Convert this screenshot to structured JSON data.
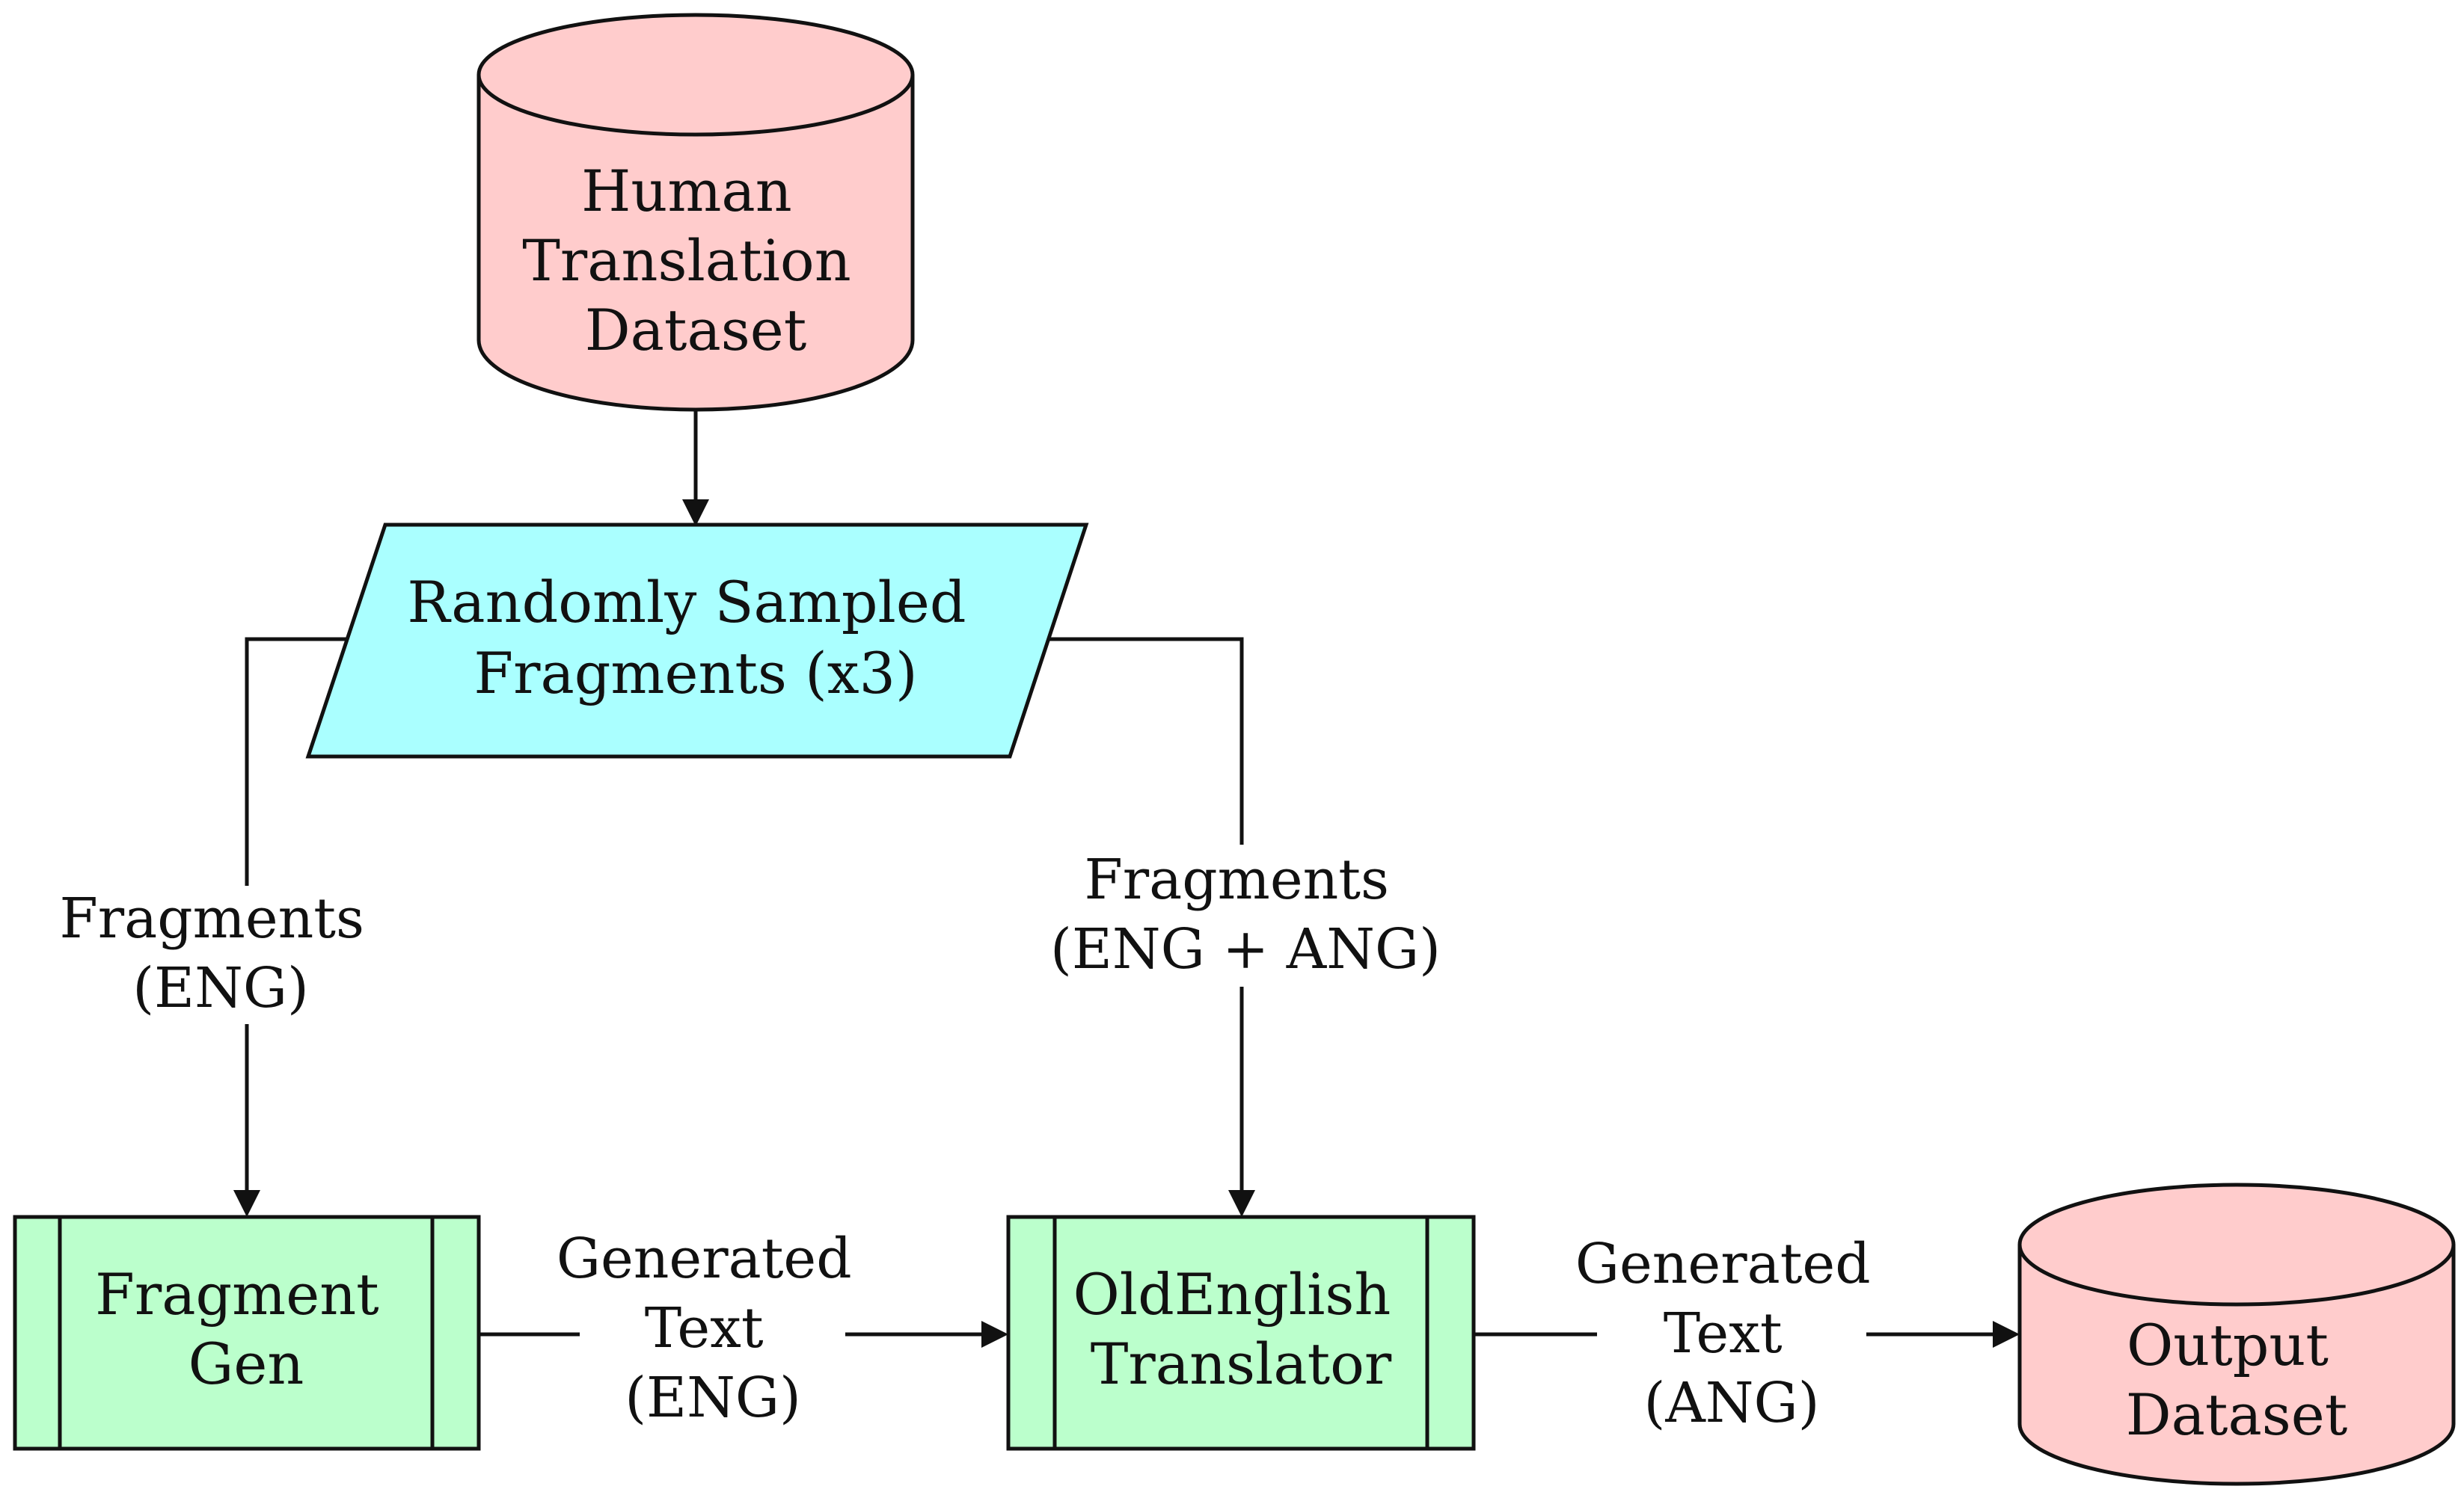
{
  "colors": {
    "dataset_fill": "#ffcccc",
    "io_fill": "#aaffff",
    "process_fill": "#bbffcc",
    "stroke": "#111111"
  },
  "nodes": {
    "human_dataset": {
      "label": [
        "Human",
        "Translation",
        "Dataset"
      ],
      "shape": "cylinder"
    },
    "sampled_fragments": {
      "label": [
        "Randomly Sampled",
        "Fragments (x3)"
      ],
      "shape": "parallelogram"
    },
    "fragment_gen": {
      "label": [
        "Fragment",
        "Gen"
      ],
      "shape": "process"
    },
    "oldenglish_translator": {
      "label": [
        "OldEnglish",
        "Translator"
      ],
      "shape": "process"
    },
    "output_dataset": {
      "label": [
        "Output",
        "Dataset"
      ],
      "shape": "cylinder"
    }
  },
  "edges": {
    "fragments_eng": {
      "label": [
        "Fragments",
        "(ENG)"
      ]
    },
    "fragments_eng_ang": {
      "label": [
        "Fragments",
        "(ENG + ANG)"
      ]
    },
    "generated_eng": {
      "label": [
        "Generated",
        "Text",
        "(ENG)"
      ]
    },
    "generated_ang": {
      "label": [
        "Generated",
        "Text",
        "(ANG)"
      ]
    }
  }
}
